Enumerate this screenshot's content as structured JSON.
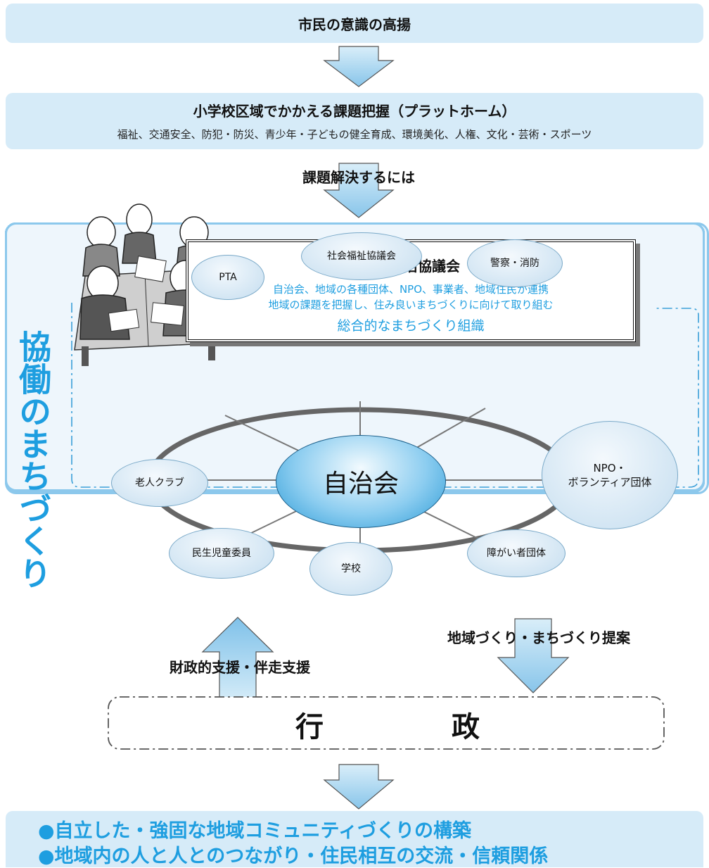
{
  "top_banner": {
    "title": "市民の意識の高揚"
  },
  "issue_banner": {
    "title": "小学校区域でかかえる課題把握（プラットホーム）",
    "items": "福祉、交通安全、防犯・防災、青少年・子どもの健全育成、環境美化、人権、文化・芸術・スポーツ"
  },
  "solve_label": "課題解決するには",
  "side_title": "協働のまちづくり",
  "council": {
    "title": "市民自治協議会",
    "line1": "自治会、地域の各種団体、NPO、事業者、地域住民が連携",
    "line2": "地域の課題を把握し、住み良いまちづくりに向けて取り組む",
    "line3": "総合的なまちづくり組織"
  },
  "hub": {
    "label": "自治会"
  },
  "nodes": {
    "pta": "PTA",
    "shakai": "社会福祉協議会",
    "keisatsu": "警察・消防",
    "npo": "NPO・\nボランティア団体",
    "rojin": "老人クラブ",
    "minsei": "民生児童委員",
    "gakko": "学校",
    "shogai": "障がい者団体"
  },
  "support_label": "財政的支援・伴走支援",
  "proposal_label": "地域づくり・まちづくり提案",
  "gyosei": {
    "char1": "行",
    "char2": "政"
  },
  "result": {
    "line1": "●自立した・強固な地域コミュニティづくりの構築",
    "line2": "●地域内の人と人とのつながり・住民相互の交流・信頼関係"
  },
  "colors": {
    "banner": "#d6ebf8",
    "accent": "#1e9ee0",
    "arrow": "#a9d4f0",
    "node": "#d9eaf6",
    "hub": "#2a9ad6"
  }
}
